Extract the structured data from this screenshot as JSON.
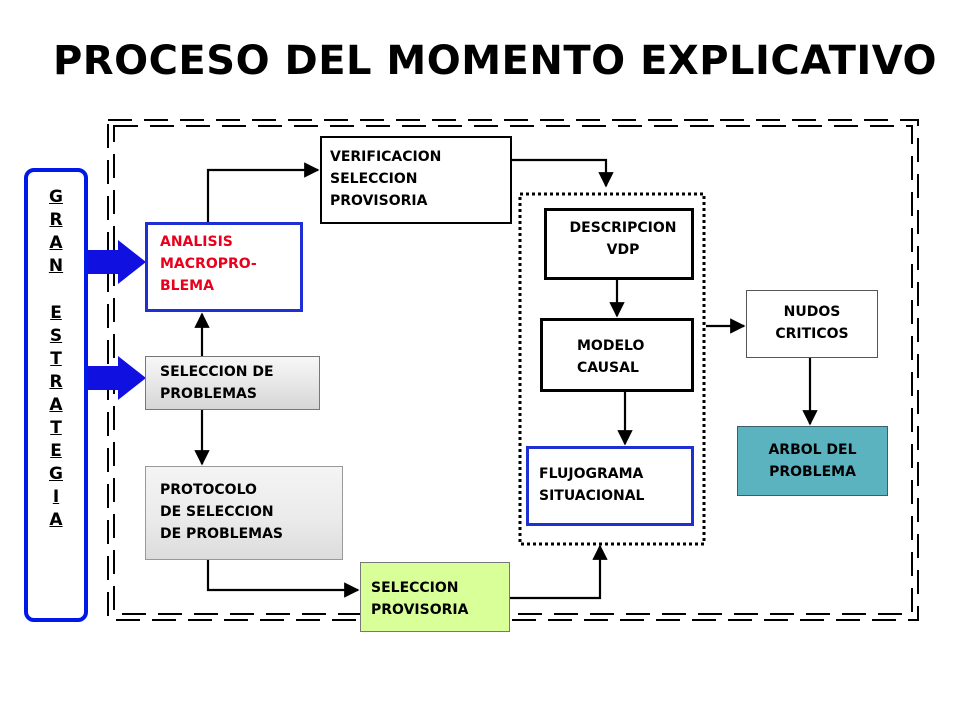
{
  "title": "PROCESO DEL MOMENTO EXPLICATIVO",
  "side_label": {
    "word1": [
      "G",
      "R",
      "A",
      "N"
    ],
    "word2": [
      "E",
      "S",
      "T",
      "R",
      "A",
      "T",
      "E",
      "G",
      "I",
      "A"
    ]
  },
  "boxes": {
    "analisis": "ANALISIS\nMACROPRO-\nBLEMA",
    "seleccion_problemas": "SELECCION DE\nPROBLEMAS",
    "protocolo": "PROTOCOLO\nDE SELECCION\nDE PROBLEMAS",
    "verificacion": "VERIFICACION\nSELECCION\nPROVISORIA",
    "seleccion_provisoria": "SELECCION\nPROVISORIA",
    "descripcion": "DESCRIPCION\nVDP",
    "modelo": "MODELO\nCAUSAL",
    "flujograma": "FLUJOGRAMA\nSITUACIONAL",
    "nudos": "NUDOS\nCRITICOS",
    "arbol": "ARBOL DEL\nPROBLEMA"
  },
  "colors": {
    "border_blue": "#1f2fd6",
    "analisis_text": "#e8001c",
    "arrow_blue": "#1010e0",
    "selprov_fill": "#d9ff99",
    "arbol_fill": "#5cb3c0"
  }
}
